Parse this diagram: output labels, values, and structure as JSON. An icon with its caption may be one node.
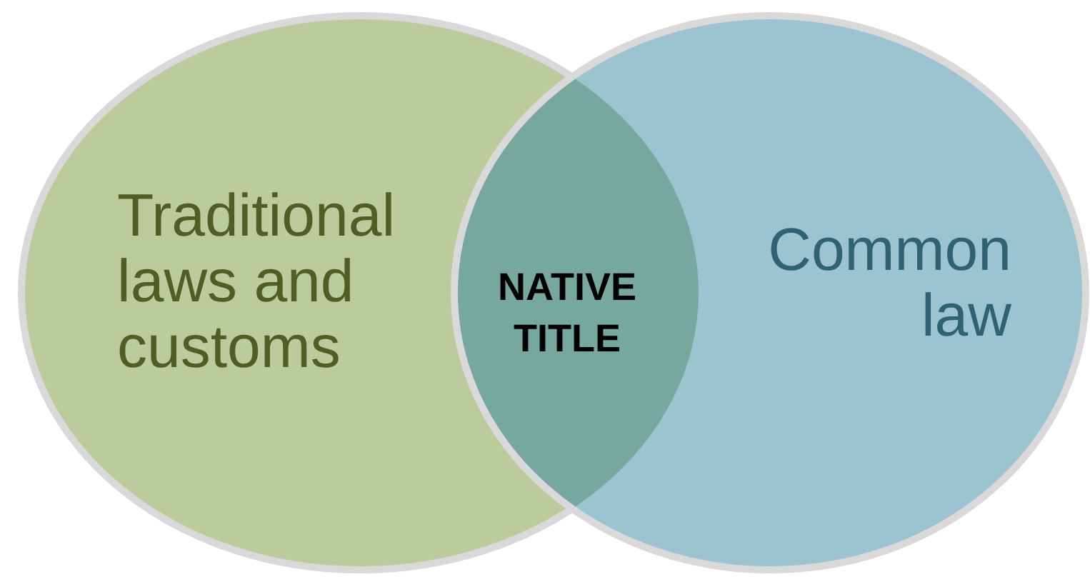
{
  "diagram": {
    "nodes": [
      {
        "text": [
          "Traditional laws and customs"
        ]
      },
      {
        "text": [
          "Common law"
        ]
      }
    ],
    "labels": [
      "NATIVE TITLE"
    ]
  }
}
